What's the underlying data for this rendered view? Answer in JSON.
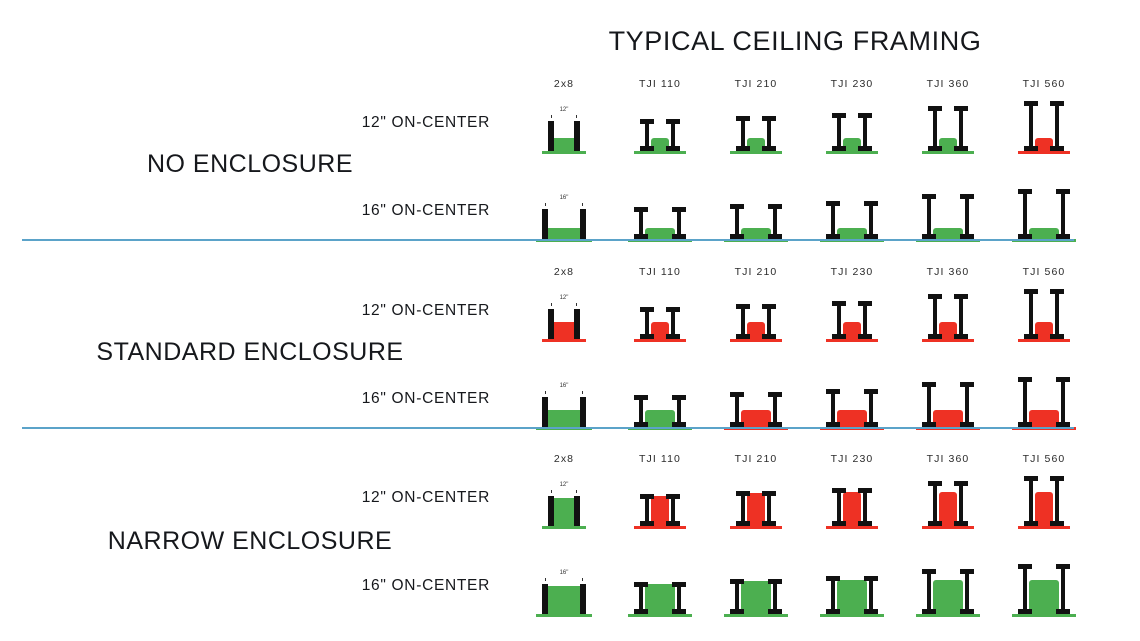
{
  "title": "TYPICAL CEILING FRAMING",
  "colors": {
    "pass": "#4caf50",
    "fail": "#ee3124",
    "joist": "#111111",
    "divider": "#5ba3c9",
    "text": "#16181c"
  },
  "columns": [
    {
      "label": "2x8",
      "type": "solid",
      "depth": 30
    },
    {
      "label": "TJI 110",
      "type": "ijoist",
      "depth": 32
    },
    {
      "label": "TJI 210",
      "type": "ijoist",
      "depth": 35
    },
    {
      "label": "TJI 230",
      "type": "ijoist",
      "depth": 38
    },
    {
      "label": "TJI 360",
      "type": "ijoist",
      "depth": 45
    },
    {
      "label": "TJI 560",
      "type": "ijoist",
      "depth": 50
    }
  ],
  "dimension_labels": {
    "oc12": "12\"",
    "oc16": "16\""
  },
  "sections": [
    {
      "name": "NO ENCLOSURE",
      "show_headers": true,
      "rows": [
        {
          "label": "12\" ON-CENTER",
          "spacing": "oc12",
          "show_dimension": true,
          "fill_height": 13,
          "cells": [
            "pass",
            "pass",
            "pass",
            "pass",
            "pass",
            "fail"
          ]
        },
        {
          "label": "16\" ON-CENTER",
          "spacing": "oc16",
          "show_dimension": true,
          "fill_height": 11,
          "cells": [
            "pass",
            "pass",
            "pass",
            "pass",
            "pass",
            "pass"
          ]
        }
      ]
    },
    {
      "name": "STANDARD ENCLOSURE",
      "show_headers": true,
      "rows": [
        {
          "label": "12\" ON-CENTER",
          "spacing": "oc12",
          "show_dimension": true,
          "fill_height": 17,
          "cells": [
            "fail",
            "fail",
            "fail",
            "fail",
            "fail",
            "fail"
          ]
        },
        {
          "label": "16\" ON-CENTER",
          "spacing": "oc16",
          "show_dimension": true,
          "fill_height": 17,
          "cells": [
            "pass",
            "pass",
            "fail",
            "fail",
            "fail",
            "fail"
          ]
        }
      ]
    },
    {
      "name": "NARROW ENCLOSURE",
      "show_headers": true,
      "rows": [
        {
          "label": "12\" ON-CENTER",
          "spacing": "oc12",
          "show_dimension": true,
          "fill_height": 34,
          "cells": [
            "pass",
            "fail",
            "fail",
            "fail",
            "fail",
            "fail"
          ]
        },
        {
          "label": "16\" ON-CENTER",
          "spacing": "oc16",
          "show_dimension": true,
          "fill_height": 34,
          "cells": [
            "pass",
            "pass",
            "pass",
            "pass",
            "pass",
            "pass"
          ]
        }
      ]
    }
  ]
}
